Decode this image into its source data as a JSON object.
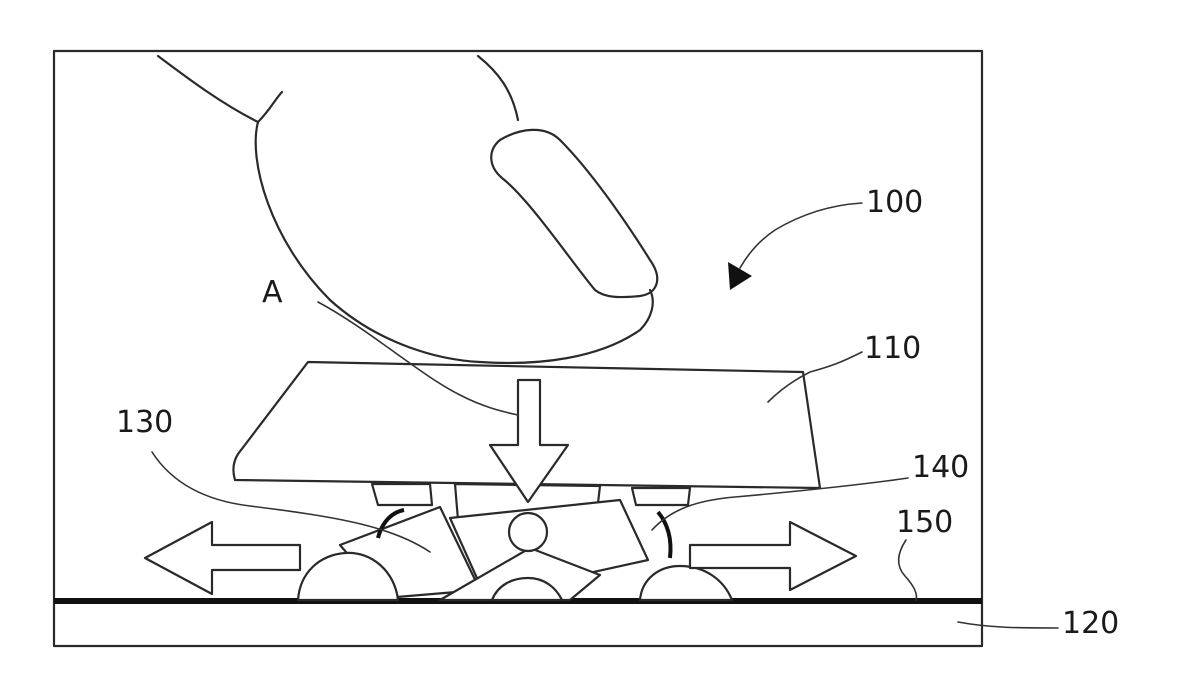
{
  "labels": {
    "assembly": "100",
    "keycap": "110",
    "base": "120",
    "scissor": "130",
    "spring": "140",
    "membrane": "150",
    "pressPoint": "A"
  }
}
